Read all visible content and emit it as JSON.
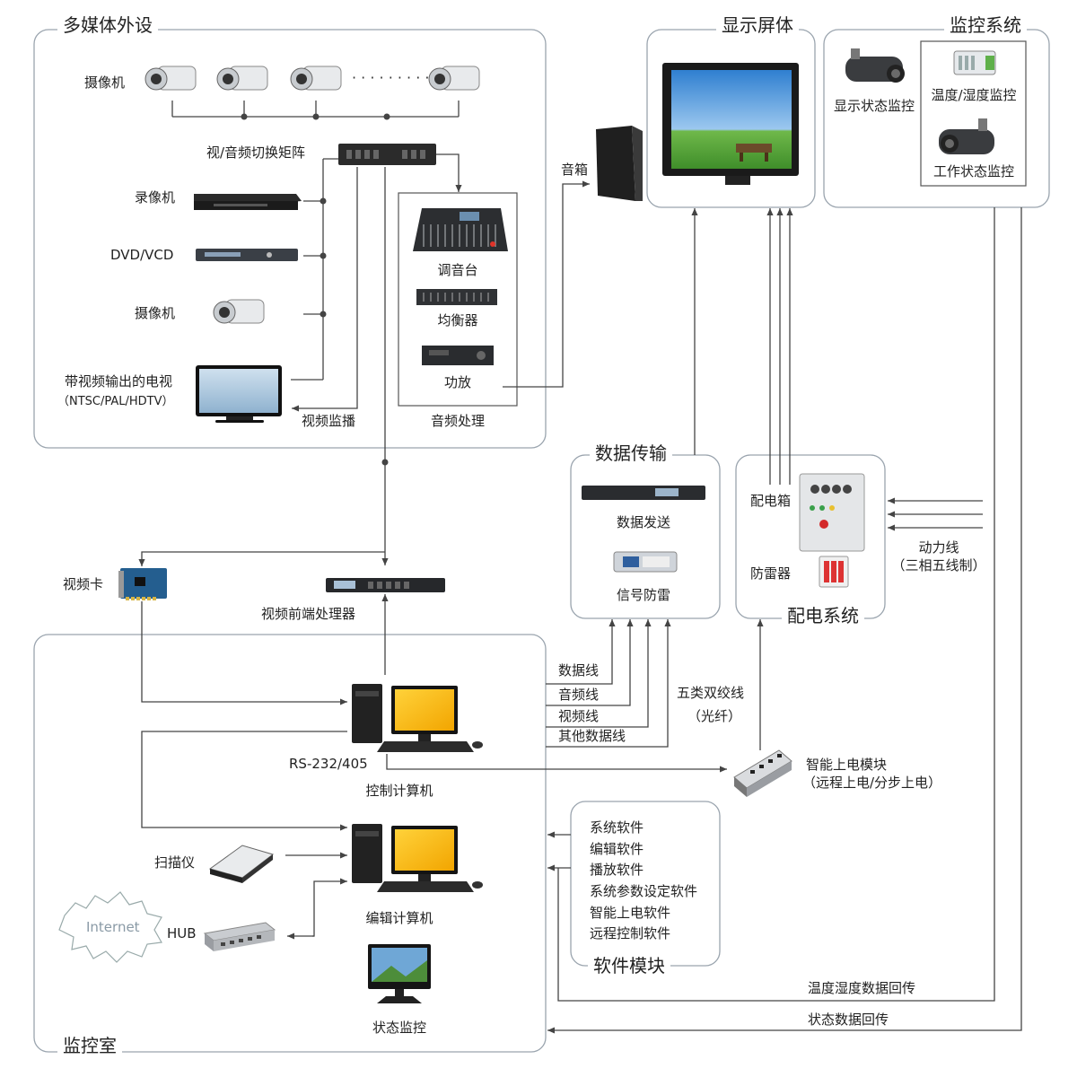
{
  "groups": {
    "multimedia": "多媒体外设",
    "display": "显示屏体",
    "monitor_sys": "监控系统",
    "data_trans": "数据传输",
    "power_sys": "配电系统",
    "control_room": "监控室",
    "software": "软件模块"
  },
  "devices": {
    "camera1": "摄像机",
    "matrix": "视/音频切换矩阵",
    "recorder": "录像机",
    "dvd": "DVD/VCD",
    "camera2": "摄像机",
    "tv": "带视频输出的电视",
    "tv_formats": "（NTSC/PAL/HDTV）",
    "video_monitor": "视频监播",
    "audio_proc": "音频处理",
    "mixer": "调音台",
    "equalizer": "均衡器",
    "amplifier": "功放",
    "speaker": "音箱",
    "display_monitor": "显示状态监控",
    "temp_monitor": "温度/湿度监控",
    "work_monitor": "工作状态监控",
    "data_send": "数据发送",
    "signal_protect": "信号防雷",
    "dist_box": "配电箱",
    "arrester": "防雷器",
    "power_line": "动力线",
    "power_line_note": "（三相五线制）",
    "video_card": "视频卡",
    "front_proc": "视频前端处理器",
    "control_pc": "控制计算机",
    "rs232": "RS-232/405",
    "edit_pc": "编辑计算机",
    "scanner": "扫描仪",
    "hub": "HUB",
    "internet": "Internet",
    "status_monitor": "状态监控",
    "power_module": "智能上电模块",
    "power_module_note": "（远程上电/分步上电）"
  },
  "lines": {
    "data": "数据线",
    "audio": "音频线",
    "video": "视频线",
    "other": "其他数据线",
    "cat5": "五类双绞线",
    "fiber": "（光纤）",
    "temp_return": "温度湿度数据回传",
    "status_return": "状态数据回传"
  },
  "software_items": [
    "系统软件",
    "编辑软件",
    "播放软件",
    "系统参数设定软件",
    "智能上电软件",
    "远程控制软件"
  ],
  "colors": {
    "frame": "#9aa4ae",
    "line": "#555555",
    "screen": "#3f8fd6",
    "grass": "#4fa336"
  }
}
